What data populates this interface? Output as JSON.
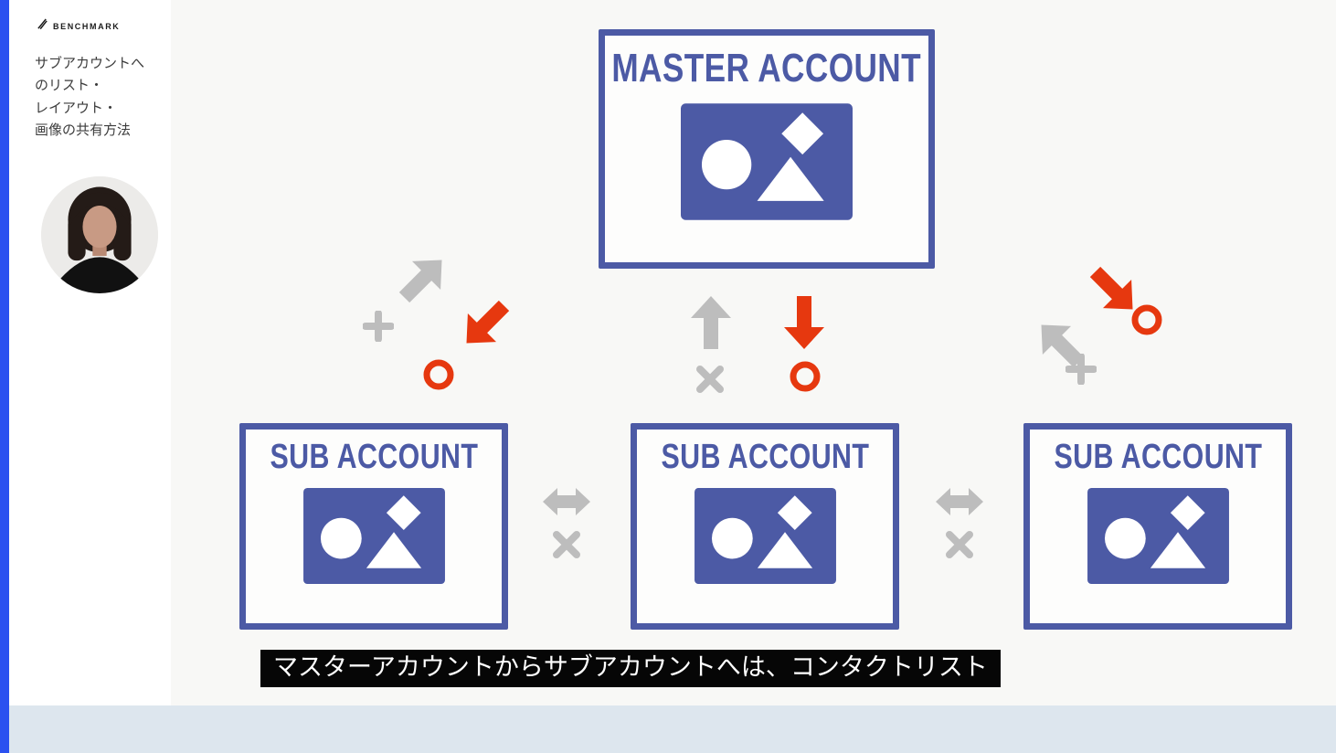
{
  "sidebar": {
    "logo_text": "BENCHMARK",
    "title": "サブアカウントへ\nのリスト・\nレイアウト・\n画像の共有方法"
  },
  "diagram": {
    "master_label": "MASTER ACCOUNT",
    "subs": [
      {
        "label": "SUB ACCOUNT"
      },
      {
        "label": "SUB ACCOUNT"
      },
      {
        "label": "SUB ACCOUNT"
      }
    ],
    "arrows": [
      {
        "id": "left-sub-to-master",
        "direction": "up-right",
        "color": "gray",
        "marker": "plus"
      },
      {
        "id": "master-to-left-sub",
        "direction": "down-left",
        "color": "red",
        "marker": "circle"
      },
      {
        "id": "center-sub-to-master",
        "direction": "up",
        "color": "gray",
        "marker": "x"
      },
      {
        "id": "master-to-center-sub",
        "direction": "down",
        "color": "red",
        "marker": "circle"
      },
      {
        "id": "master-to-right-sub",
        "direction": "down-right",
        "color": "red",
        "marker": "circle"
      },
      {
        "id": "right-sub-to-master",
        "direction": "up-left",
        "color": "gray",
        "marker": "plus"
      },
      {
        "id": "left-sub-to-center-sub",
        "direction": "horizontal-both",
        "color": "gray",
        "marker": "x"
      },
      {
        "id": "center-sub-to-right-sub",
        "direction": "horizontal-both",
        "color": "gray",
        "marker": "x"
      }
    ]
  },
  "caption": {
    "text": "マスターアカウントからサブアカウントへは、コンタクトリスト"
  },
  "colors": {
    "box_blue": "#4c5aa5",
    "arrow_red": "#e6380f",
    "arrow_gray": "#bdbdbd",
    "left_strip_blue": "#2b51f0",
    "caption_bg": "#060606",
    "caption_fg": "#ffffff",
    "main_bg": "#f8f8f6",
    "page_bg": "#dde6ee"
  }
}
